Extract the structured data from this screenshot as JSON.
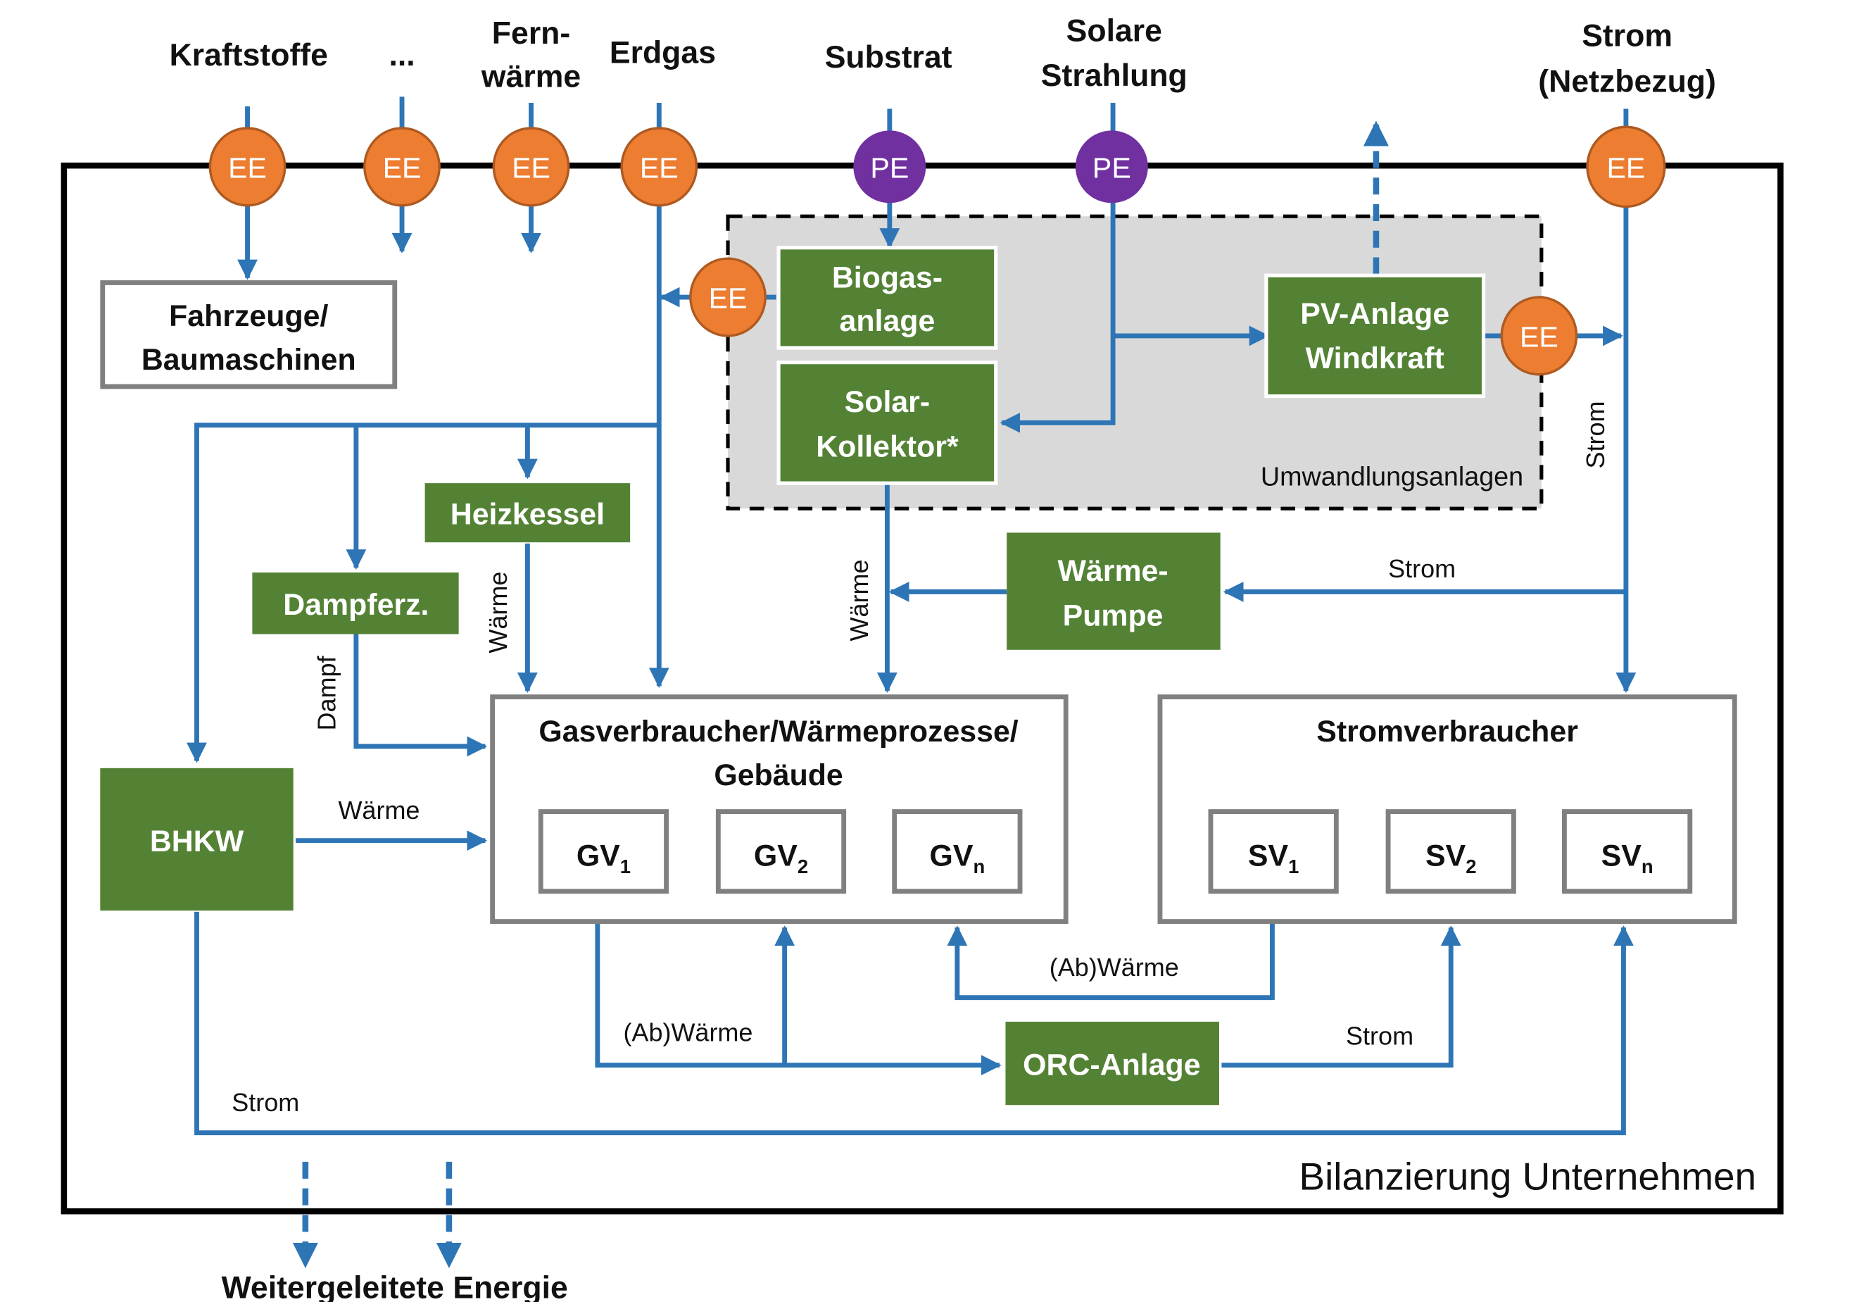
{
  "colors": {
    "flow": "#2E75B6",
    "ee_fill": "#ED7D31",
    "ee_stroke": "#AE5A21",
    "pe_fill": "#7030A0",
    "green": "#548235",
    "grey_box": "#808080",
    "conversion_bg": "#D9D9D9",
    "boundary": "#000000"
  },
  "inputs": [
    {
      "label": [
        "Kraftstoffe"
      ],
      "marker": "EE"
    },
    {
      "label": [
        "..."
      ],
      "marker": "EE"
    },
    {
      "label": [
        "Fern-",
        "wärme"
      ],
      "marker": "EE"
    },
    {
      "label": [
        "Erdgas"
      ],
      "marker": "EE"
    },
    {
      "label": [
        "Substrat"
      ],
      "marker": "PE"
    },
    {
      "label": [
        "Solare",
        "Strahlung"
      ],
      "marker": "PE"
    },
    {
      "label": [
        "Strom",
        "(Netzbezug)"
      ],
      "marker": "EE"
    }
  ],
  "boxes": {
    "fahrzeuge": [
      "Fahrzeuge/",
      "Baumaschinen"
    ],
    "biogas": [
      "Biogas-",
      "anlage"
    ],
    "solar": [
      "Solar-",
      "Kollektor*"
    ],
    "pv": [
      "PV-Anlage",
      "Windkraft"
    ],
    "heizkessel": "Heizkessel",
    "dampferz": "Dampferz.",
    "waermepumpe": [
      "Wärme-",
      "Pumpe"
    ],
    "bhkw": "BHKW",
    "orc": "ORC-Anlage",
    "gas_consumers": [
      "Gasverbraucher/Wärmeprozesse/",
      "Gebäude"
    ],
    "power_consumers": "Stromverbraucher"
  },
  "gv": [
    {
      "base": "GV",
      "sub": "1"
    },
    {
      "base": "GV",
      "sub": "2"
    },
    {
      "base": "GV",
      "sub": "n"
    }
  ],
  "sv": [
    {
      "base": "SV",
      "sub": "1"
    },
    {
      "base": "SV",
      "sub": "2"
    },
    {
      "base": "SV",
      "sub": "n"
    }
  ],
  "markers": {
    "ee": "EE",
    "pe": "PE"
  },
  "flow_labels": {
    "strom": "Strom",
    "waerme": "Wärme",
    "dampf": "Dampf",
    "ab_waerme": "(Ab)Wärme"
  },
  "conversion_area_label": "Umwandlungsanlagen",
  "boundary_label": "Bilanzierung Unternehmen",
  "output_label": "Weitergeleitete Energie"
}
